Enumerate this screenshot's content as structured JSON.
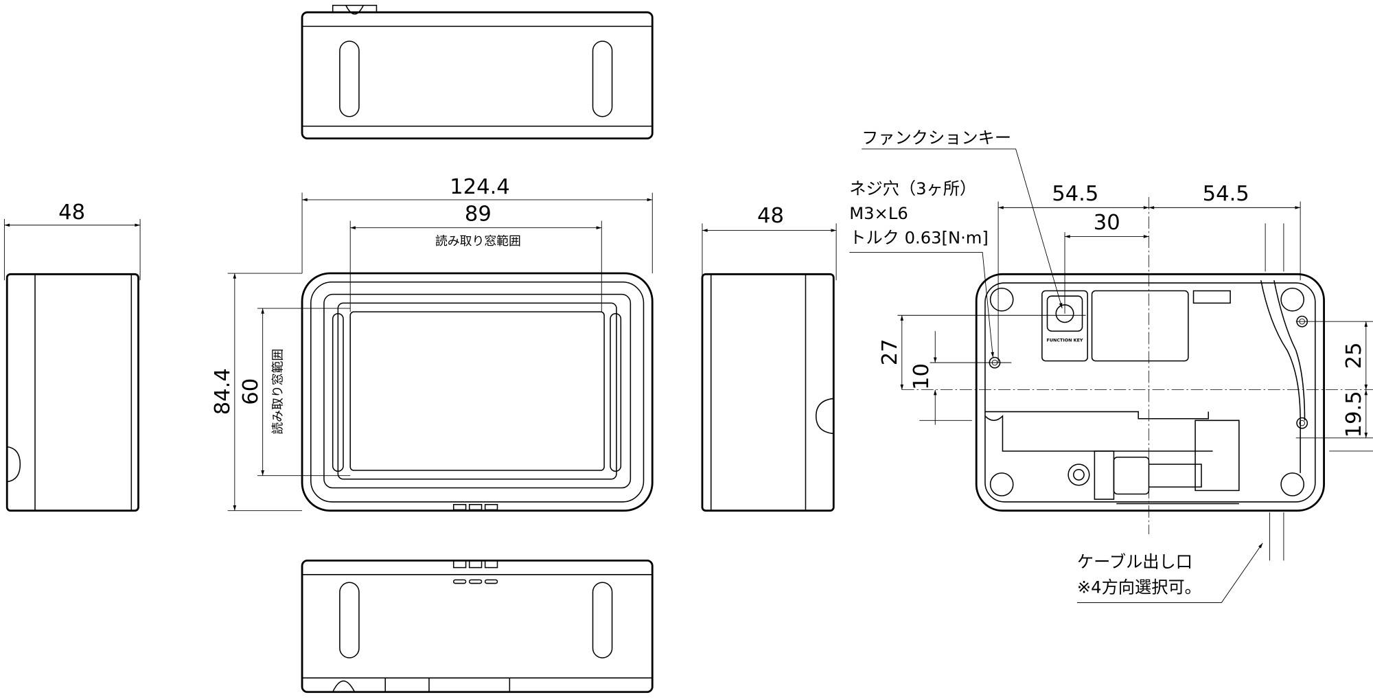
{
  "drawing": {
    "dimensions": {
      "left_side_width": "48",
      "overall_width": "124.4",
      "window_width": "89",
      "window_width_label": "読み取り窓範囲",
      "overall_height": "84.4",
      "window_height": "60",
      "window_height_label": "読み取り窓範囲",
      "right_side_width": "48",
      "back_left_offset": "54.5",
      "back_right_offset": "54.5",
      "function_key_offset": "30",
      "hole_offset_27": "27",
      "hole_offset_10": "10",
      "hole_offset_25": "25",
      "hole_offset_19_5": "19.5"
    },
    "callouts": {
      "function_key": "ファンクションキー",
      "screw_hole_line1": "ネジ穴（3ヶ所）",
      "screw_hole_line2": "M3×L6",
      "screw_hole_line3": "トルク 0.63[N·m]",
      "cable_exit_line1": "ケーブル出し口",
      "cable_exit_line2": "※4方向選択可。",
      "function_key_marking": "FUNCTION KEY"
    }
  }
}
